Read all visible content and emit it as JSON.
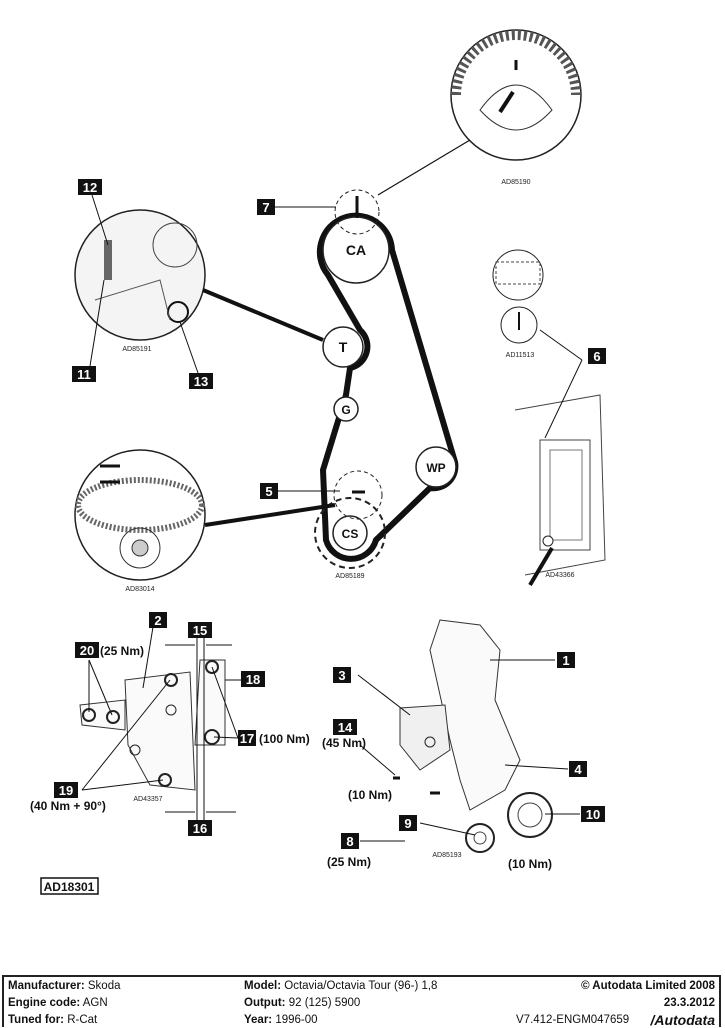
{
  "diagram": {
    "pulleys": {
      "camshaft": "CA",
      "tensioner": "T",
      "guide": "G",
      "water_pump": "WP",
      "crankshaft": "CS"
    },
    "callouts": [
      "1",
      "2",
      "3",
      "4",
      "5",
      "6",
      "7",
      "8",
      "9",
      "10",
      "11",
      "12",
      "13",
      "14",
      "15",
      "16",
      "17",
      "18",
      "19",
      "20"
    ],
    "torques": {
      "t20": "(25 Nm)",
      "t17": "(100 Nm)",
      "t19": "(40 Nm + 90°)",
      "t14": "(45 Nm)",
      "t10a": "(10 Nm)",
      "t8": "(25 Nm)",
      "t10b": "(10 Nm)"
    },
    "captions": {
      "c1": "AD85190",
      "c2": "AD85191",
      "c3": "AD11513",
      "c4": "AD43366",
      "c5": "AD83014",
      "c6": "AD85189",
      "c7": "AD43357",
      "c8": "AD85193"
    },
    "figure_id": "AD18301"
  },
  "footer": {
    "manufacturer_label": "Manufacturer:",
    "manufacturer": "Skoda",
    "engine_label": "Engine code:",
    "engine": "AGN",
    "tuned_label": "Tuned for:",
    "tuned": "R-Cat",
    "model_label": "Model:",
    "model": "Octavia/Octavia Tour (96-) 1,8",
    "output_label": "Output:",
    "output": "92 (125) 5900",
    "year_label": "Year:",
    "year": "1996-00",
    "copyright": "© Autodata Limited 2008",
    "date": "23.3.2012",
    "doc_ref": "V7.412-ENGM047659",
    "brand": "/Autodata"
  }
}
